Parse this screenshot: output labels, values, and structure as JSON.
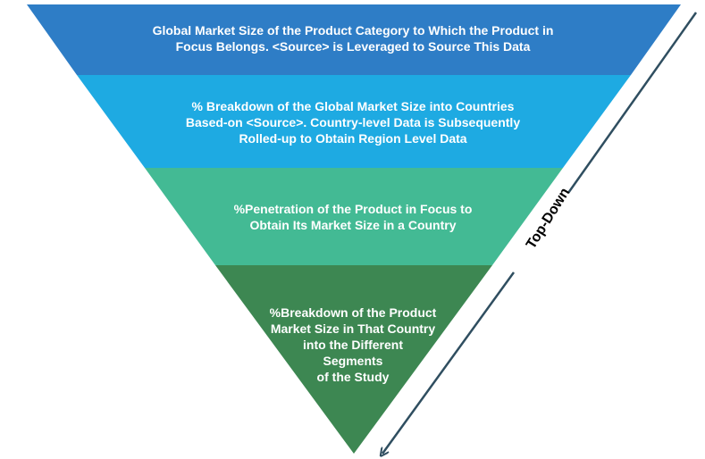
{
  "diagram": {
    "tiers": [
      {
        "text": "Global Market Size of the Product Category to Which the Product in\nFocus Belongs. <Source> is Leveraged to Source This Data",
        "color": "#2E7DC6"
      },
      {
        "text": "% Breakdown of the Global Market Size into Countries\nBased-on <Source>. Country-level Data is Subsequently\nRolled-up to Obtain Region Level Data",
        "color": "#1EAAE2"
      },
      {
        "text": "%Penetration of the Product in Focus to\nObtain Its Market Size in a Country",
        "color": "#43BA94"
      },
      {
        "text": "%Breakdown of the Product\nMarket Size in That Country\ninto the Different\nSegments\nof the Study",
        "color": "#3D8752"
      }
    ],
    "arrow": {
      "label": "Top-Down",
      "color": "#2F4E60"
    }
  }
}
